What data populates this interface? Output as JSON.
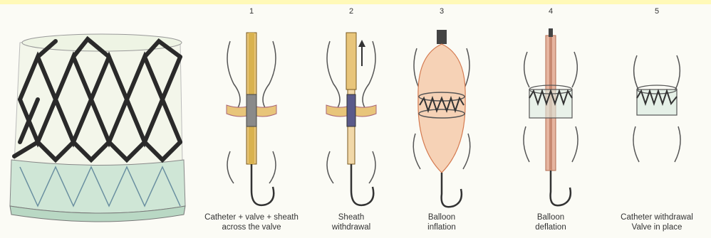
{
  "steps": [
    {
      "number": "1",
      "caption_line1": "Catheter + valve + sheath",
      "caption_line2": "across the valve"
    },
    {
      "number": "2",
      "caption_line1": "Sheath",
      "caption_line2": "withdrawal"
    },
    {
      "number": "3",
      "caption_line1": "Balloon",
      "caption_line2": "inflation"
    },
    {
      "number": "4",
      "caption_line1": "Balloon",
      "caption_line2": "deflation"
    },
    {
      "number": "5",
      "caption_line1": "Catheter withdrawal",
      "caption_line2": "Valve in place"
    }
  ],
  "colors": {
    "frame": "#2a2a2a",
    "skirt": "#cfe6d6",
    "sheath": "#e8c57a",
    "balloon": "#f6d2b6",
    "vessel": "#555555"
  }
}
